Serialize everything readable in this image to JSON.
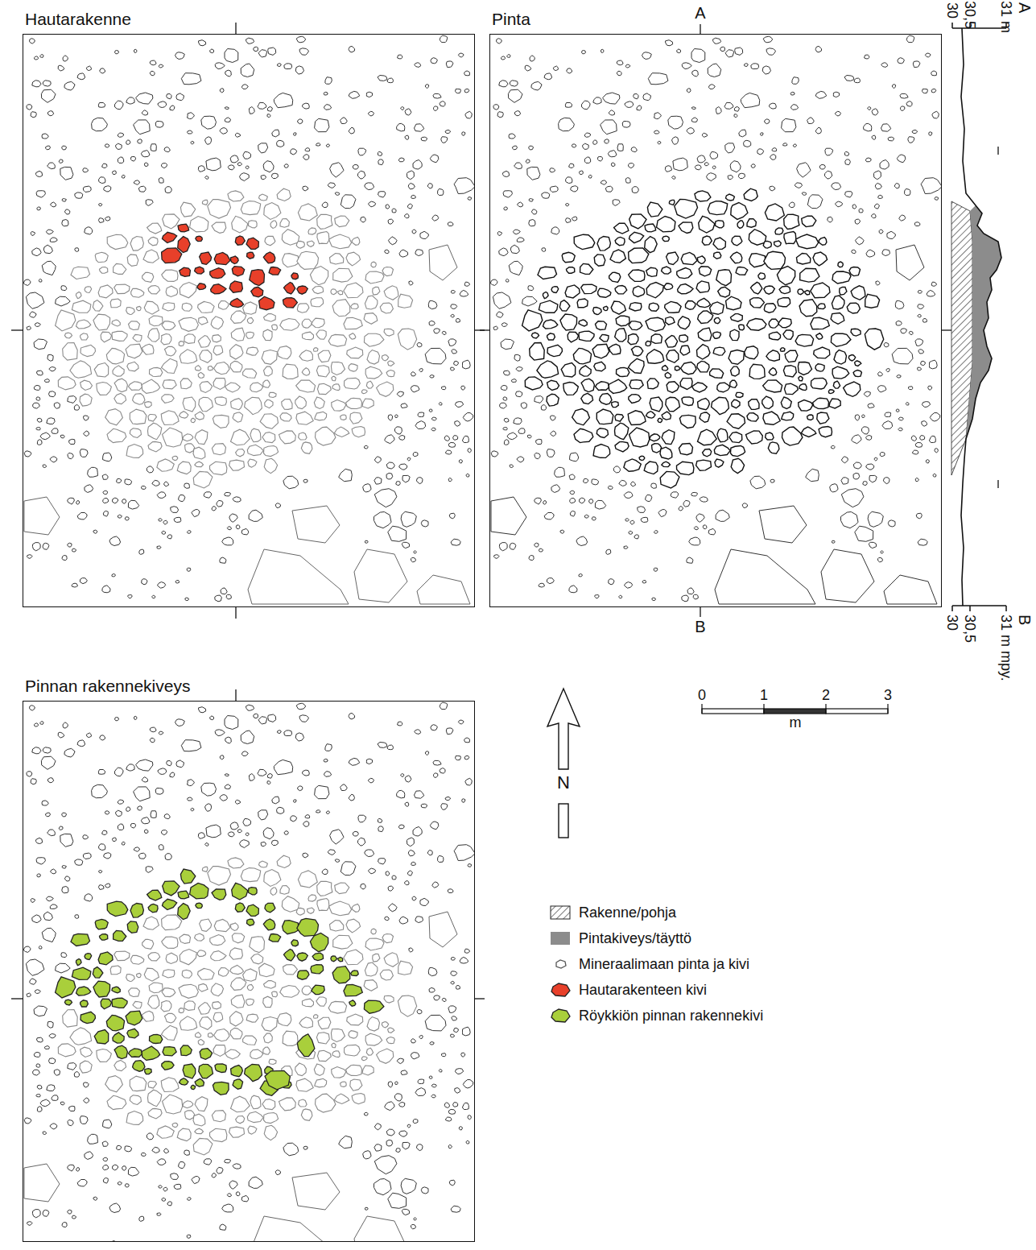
{
  "diagram": {
    "nodes": [
      {
        "text": [
          "Hautarakenne"
        ]
      },
      {
        "text": [
          "Pinta"
        ]
      },
      {
        "text": [
          "Pinnan rakennekiveys"
        ]
      }
    ],
    "labels": [
      "A",
      "B",
      "31 m",
      "30,5",
      "30",
      "A",
      "31 m mpy.",
      "30,5",
      "30",
      "B",
      "0",
      "1",
      "2",
      "3",
      "m",
      "N"
    ],
    "legend": [
      {
        "text": "Rakenne/pohja"
      },
      {
        "text": "Pintakiveys/täyttö",
        "color": "#8c8c8c"
      },
      {
        "text": "Mineraalimaan pinta ja kivi"
      },
      {
        "text": "Hautarakenteen kivi",
        "color": "#e8402a"
      },
      {
        "text": "Röykkiön pinnan rakennekivi",
        "color": "#a9cf3b"
      }
    ]
  }
}
